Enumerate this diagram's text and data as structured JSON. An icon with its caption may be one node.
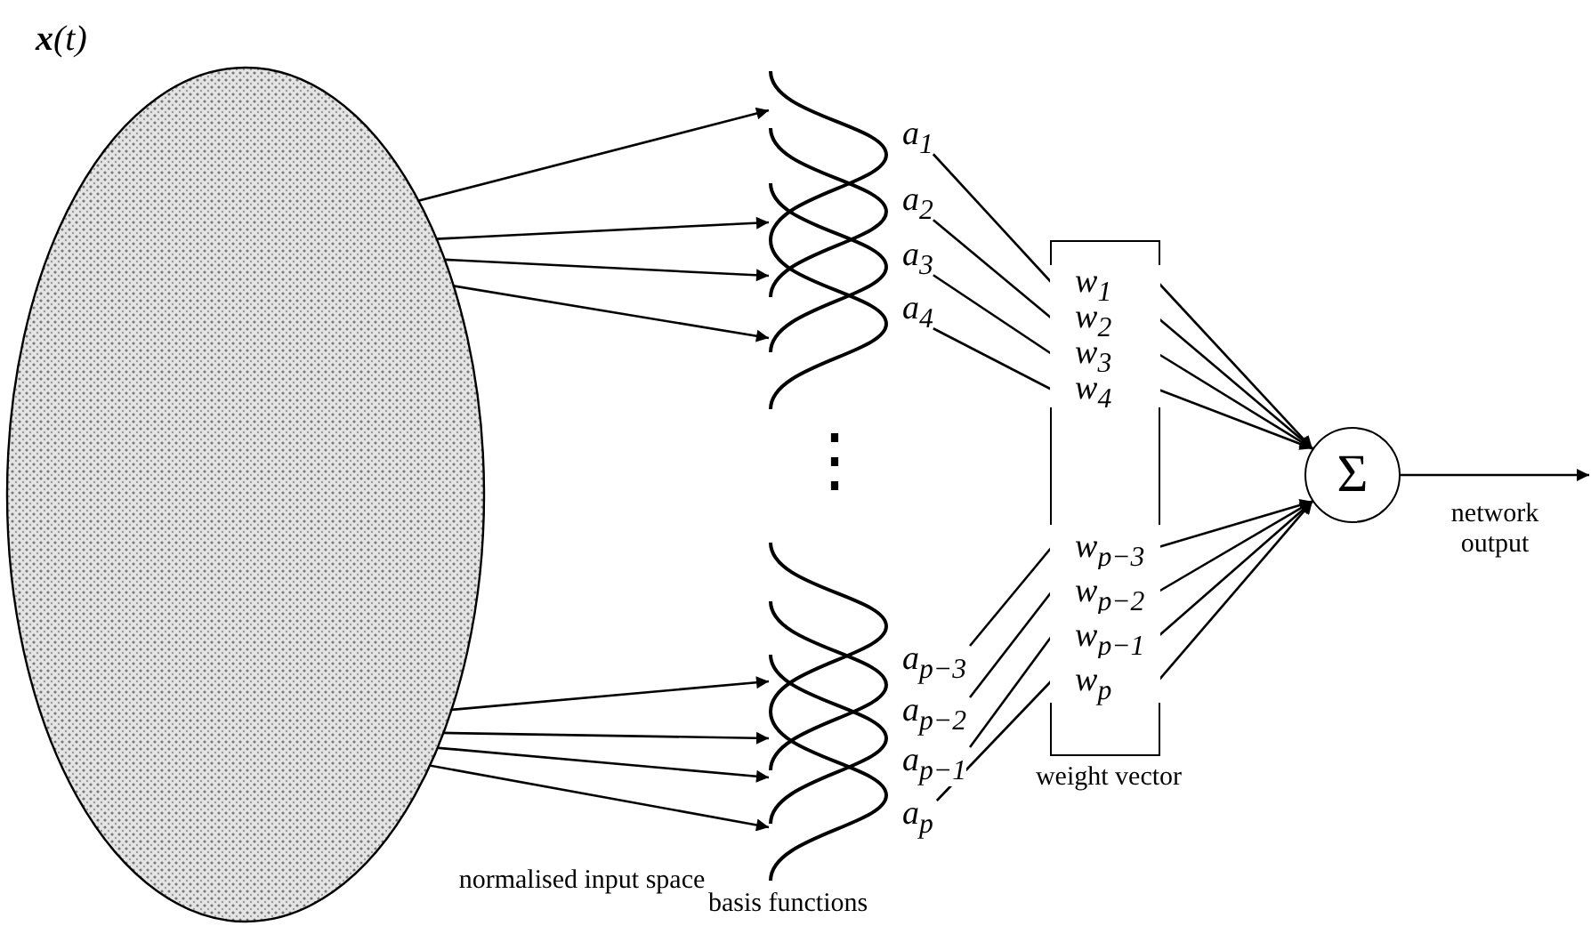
{
  "diagram": {
    "nodes": [
      {
        "text": [
          "**x**(*t*)"
        ],
        "beside": [
          "normalised input space"
        ]
      },
      {
        "text": [],
        "shape": "curve"
      },
      {
        "text": [],
        "shape": "curve"
      },
      {
        "text": [],
        "shape": "curve"
      },
      {
        "text": [],
        "shape": "curve"
      },
      {
        "text": [],
        "shape": "curve"
      },
      {
        "text": [],
        "shape": "curve"
      },
      {
        "text": [],
        "shape": "curve"
      },
      {
        "text": [],
        "shape": "curve"
      },
      {
        "text": [
          "a$_{1}$"
        ]
      },
      {
        "text": [
          "a$_{2}$"
        ]
      },
      {
        "text": [
          "a$_{3}$"
        ]
      },
      {
        "text": [
          "a$_{4}$"
        ]
      },
      {
        "text": [
          "a$_{p−3}$"
        ]
      },
      {
        "text": [
          "a$_{p−2}$"
        ]
      },
      {
        "text": [
          "a$_{p−1}$"
        ]
      },
      {
        "text": [
          "a$_{p}$"
        ]
      },
      {
        "text": [
          "weight vector"
        ]
      },
      {
        "text": [
          "w$_{1}$"
        ],
        "in": 17
      },
      {
        "text": [
          "w$_{2}$"
        ],
        "in": 17
      },
      {
        "text": [
          "w$_{3}$"
        ],
        "in": 17
      },
      {
        "text": [
          "w$_{4}$"
        ],
        "in": 17
      },
      {
        "text": [
          "w$_{p−3}$"
        ],
        "in": 17
      },
      {
        "text": [
          "w$_{p−2}$"
        ],
        "in": 17
      },
      {
        "text": [
          "w$_{p−1}$"
        ],
        "in": 17
      },
      {
        "text": [
          "w$_{p}$"
        ],
        "in": 17
      },
      {
        "text": [
          "Σ"
        ]
      }
    ],
    "edges": [
      {
        "from": 0,
        "to": 1,
        "arrow": "to"
      },
      {
        "from": 0,
        "to": 2,
        "arrow": "to"
      },
      {
        "from": 0,
        "to": 3,
        "arrow": "to"
      },
      {
        "from": 0,
        "to": 4,
        "arrow": "to"
      },
      {
        "from": 0,
        "to": 5,
        "arrow": "to"
      },
      {
        "from": 0,
        "to": 6,
        "arrow": "to"
      },
      {
        "from": 0,
        "to": 7,
        "arrow": "to"
      },
      {
        "from": 0,
        "to": 8,
        "arrow": "to"
      },
      {
        "from": 9,
        "to": 18,
        "arrow": "none"
      },
      {
        "from": 10,
        "to": 19,
        "arrow": "none"
      },
      {
        "from": 11,
        "to": 20,
        "arrow": "none"
      },
      {
        "from": 12,
        "to": 21,
        "arrow": "none"
      },
      {
        "from": 13,
        "to": 22,
        "arrow": "none"
      },
      {
        "from": 14,
        "to": 23,
        "arrow": "none"
      },
      {
        "from": 15,
        "to": 24,
        "arrow": "none"
      },
      {
        "from": 16,
        "to": 25,
        "arrow": "none"
      },
      {
        "from": 18,
        "to": 26,
        "arrow": "to"
      },
      {
        "from": 19,
        "to": 26,
        "arrow": "to"
      },
      {
        "from": 20,
        "to": 26,
        "arrow": "to"
      },
      {
        "from": 21,
        "to": 26,
        "arrow": "to"
      },
      {
        "from": 22,
        "to": 26,
        "arrow": "to"
      },
      {
        "from": 23,
        "to": 26,
        "arrow": "to"
      },
      {
        "from": 24,
        "to": 26,
        "arrow": "to"
      },
      {
        "from": 25,
        "to": 26,
        "arrow": "to"
      },
      {
        "from": 26,
        "to": null,
        "arrow": "to",
        "label": "network output"
      }
    ],
    "labels": [
      "⋮",
      "basis functions"
    ]
  }
}
